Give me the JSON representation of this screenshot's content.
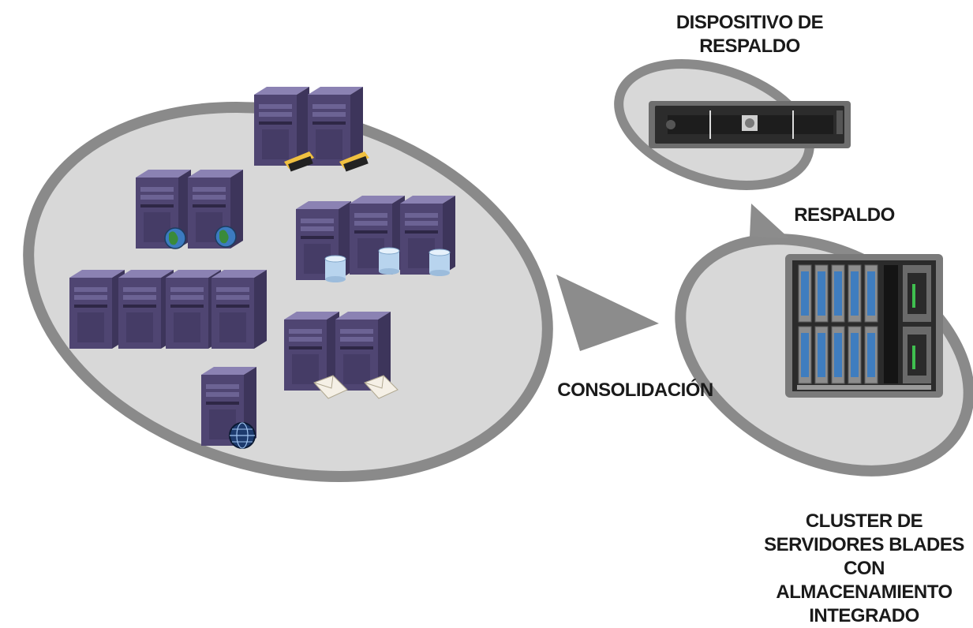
{
  "labels": {
    "backup_device": "DISPOSITIVO DE\nRESPALDO",
    "backup": "RESPALDO",
    "consolidation": "CONSOLIDACIÓN",
    "blade_cluster": "CLUSTER DE\nSERVIDORES BLADES\nCON ALMACENAMIENTO\nINTEGRADO"
  },
  "colors": {
    "ellipse_fill": "#d8d8d8",
    "ellipse_stroke": "#8a8a8a",
    "arrow": "#8c8c8c",
    "server_front": "#4e4470",
    "server_side": "#3a3257",
    "server_top": "#7e76a6",
    "text": "#1a1a1a"
  },
  "icons": [
    "server-tower-icon",
    "usb-drive-icon",
    "globe-icon",
    "database-icon",
    "envelope-icon",
    "web-globe-icon",
    "tape-library-icon",
    "blade-chassis-icon"
  ]
}
